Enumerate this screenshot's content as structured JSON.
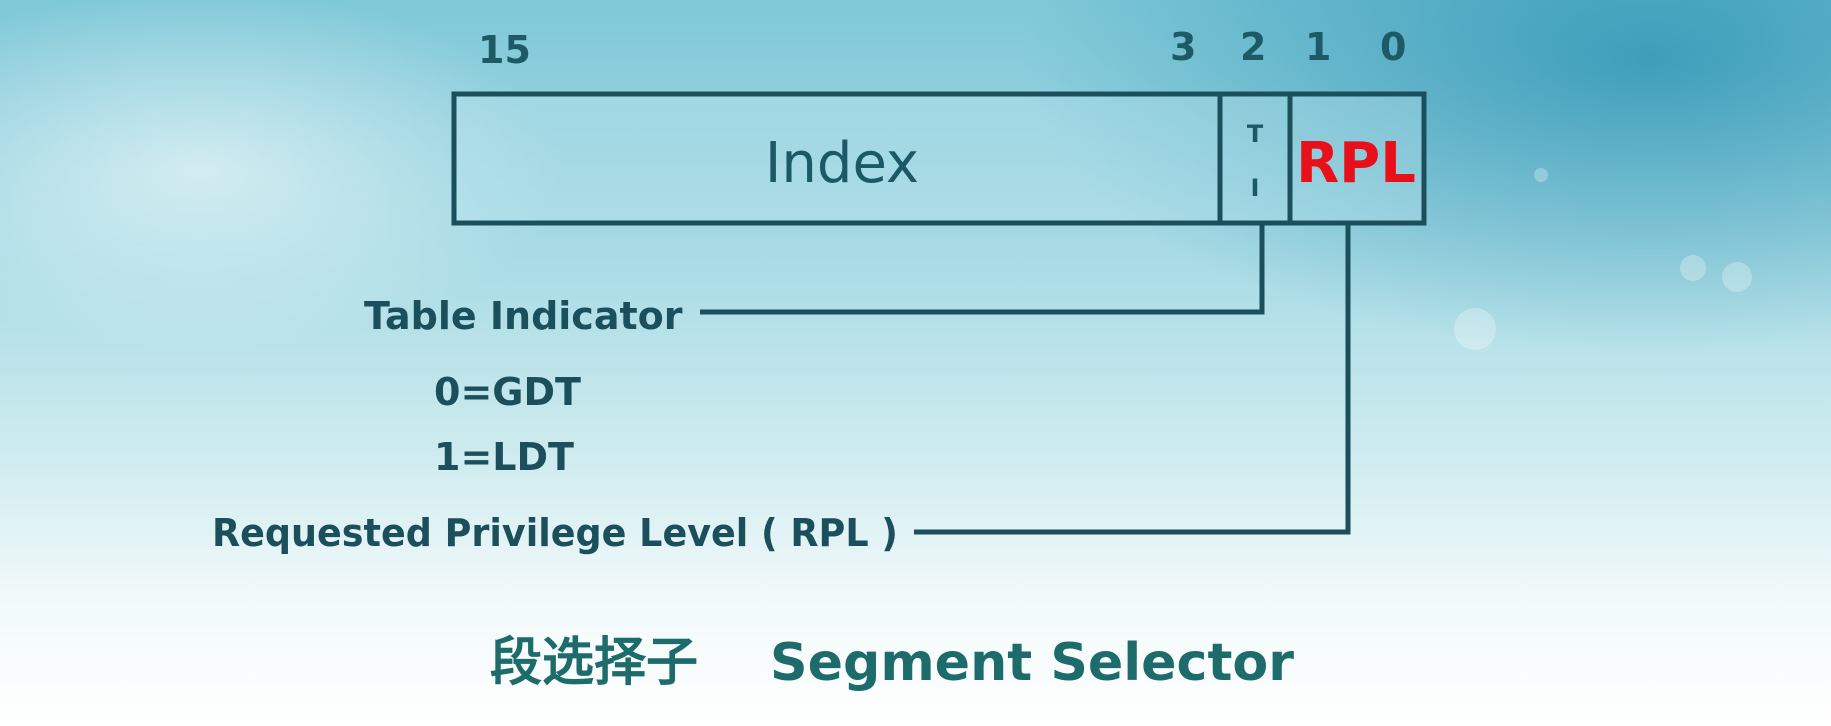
{
  "bit_numbers": {
    "b15": "15",
    "b3": "3",
    "b2": "2",
    "b1": "1",
    "b0": "0"
  },
  "fields": {
    "index": "Index",
    "ti_top": "T",
    "ti_bottom": "I",
    "rpl": "RPL"
  },
  "labels": {
    "table_indicator": "Table Indicator",
    "gdt": "0=GDT",
    "ldt": "1=LDT",
    "rpl_full": "Requested Privilege Level ( RPL )"
  },
  "caption": {
    "chinese": "段选择子",
    "english": "Segment Selector"
  },
  "colors": {
    "accent": "#e8101a",
    "ink": "#1c4f5c"
  }
}
